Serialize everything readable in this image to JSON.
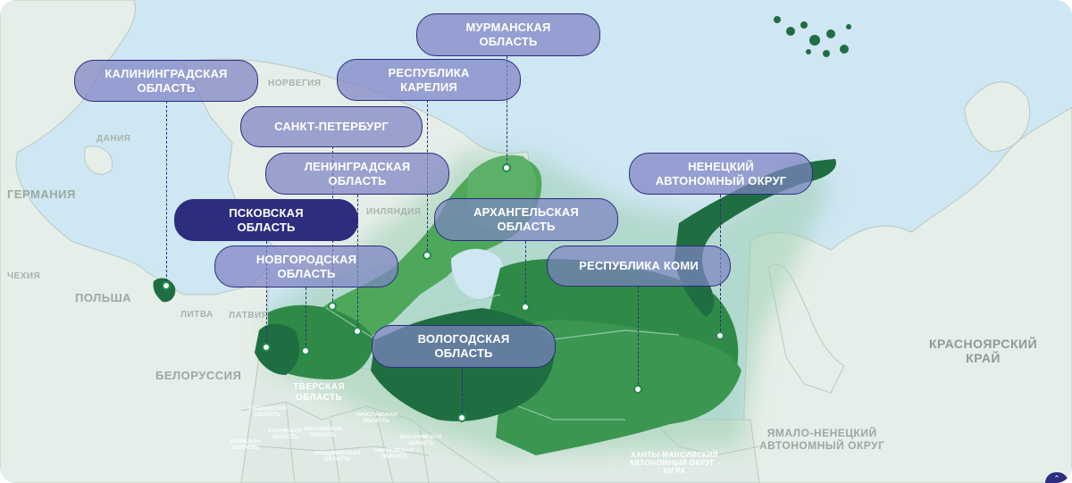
{
  "countries": [
    {
      "id": "norway",
      "label": "НОРВЕГИЯ",
      "size": "sm"
    },
    {
      "id": "denmark",
      "label": "ДАНИЯ",
      "size": "sm"
    },
    {
      "id": "germany",
      "label": "ГЕРМАНИЯ",
      "size": "md"
    },
    {
      "id": "czechia",
      "label": "ЧЕХИЯ",
      "size": "sm"
    },
    {
      "id": "poland",
      "label": "ПОЛЬША",
      "size": "md"
    },
    {
      "id": "lithuania",
      "label": "ЛИТВА",
      "size": "sm"
    },
    {
      "id": "latvia",
      "label": "ЛАТВИЯ",
      "size": "sm"
    },
    {
      "id": "finland",
      "label": "ИНЛЯНДИЯ",
      "size": "sm"
    },
    {
      "id": "belarus",
      "label": "БЕЛОРУССИЯ",
      "size": "md"
    },
    {
      "id": "tver",
      "label": "ТВЕРСКАЯ\nОБЛАСТЬ",
      "size": "sm"
    },
    {
      "id": "krasnoyarsk",
      "label": "КРАСНОЯРСКИЙ\nКРАЙ",
      "size": "lg"
    },
    {
      "id": "yamal",
      "label": "ЯМАЛО-НЕНЕЦКИЙ\nАВТОНОМНЫЙ ОКРУГ",
      "size": "md"
    },
    {
      "id": "khmao",
      "label": "ХАНТЫ-МАНСИЙСКИЙ\nАВТОНОМНЫЙ ОКРУГ -\nЮГРА",
      "size": "sm"
    }
  ],
  "small_oblasts": [
    {
      "id": "smolensk",
      "label": "СМОЛЕНСКАЯ\nОБЛАСТЬ"
    },
    {
      "id": "moscow",
      "label": "МОСКОВСКАЯ\nОБЛАСТЬ"
    },
    {
      "id": "yaroslavl",
      "label": "ЯРОСЛАВСКАЯ\nОБЛАСТЬ"
    },
    {
      "id": "kostroma",
      "label": "КОСТРОМСКАЯ\nОБЛАСТЬ"
    },
    {
      "id": "bryansk",
      "label": "БРЯНСКАЯ\nОБЛАСТЬ"
    },
    {
      "id": "kaluga",
      "label": "КАЛУЖСКАЯ\nОБЛАСТЬ"
    },
    {
      "id": "vladimir",
      "label": "ВЛАДИМИРСКАЯ\nОБЛАСТЬ"
    },
    {
      "id": "ivanovo",
      "label": "ИВАНОВСКАЯ\nОБЛАСТЬ"
    }
  ],
  "regions": [
    {
      "id": "murmansk",
      "label": "МУРМАНСКАЯ\nОБЛАСТЬ",
      "active": false
    },
    {
      "id": "kaliningrad",
      "label": "КАЛИНИНГРАДСКАЯ\nОБЛАСТЬ",
      "active": false
    },
    {
      "id": "karelia",
      "label": "РЕСПУБЛИКА\nКАРЕЛИЯ",
      "active": false
    },
    {
      "id": "spb",
      "label": "САНКТ-ПЕТЕРБУРГ",
      "active": false
    },
    {
      "id": "leningrad",
      "label": "ЛЕНИНГРАДСКАЯ\nОБЛАСТЬ",
      "active": false
    },
    {
      "id": "pskov",
      "label": "ПСКОВСКАЯ\nОБЛАСТЬ",
      "active": true
    },
    {
      "id": "novgorod",
      "label": "НОВГОРОДСКАЯ\nОБЛАСТЬ",
      "active": false
    },
    {
      "id": "arkhangelsk",
      "label": "АРХАНГЕЛЬСКАЯ\nОБЛАСТЬ",
      "active": false
    },
    {
      "id": "nenets",
      "label": "НЕНЕЦКИЙ\nАВТОНОМНЫЙ ОКРУГ",
      "active": false
    },
    {
      "id": "komi",
      "label": "РЕСПУБЛИКА КОМИ",
      "active": false
    },
    {
      "id": "vologda",
      "label": "ВОЛОГОДСКАЯ\nОБЛАСТЬ",
      "active": false
    }
  ],
  "colors": {
    "sea": "#cfe6f3",
    "land": "#e6eee9",
    "region_light": "#4ea85a",
    "region_mid": "#2f8a47",
    "region_dark": "#1f6e41",
    "pill_border": "#2c2d7e",
    "pill_fill": "#7e84c4"
  },
  "corner_button": {
    "icon": "chevron-up-icon",
    "glyph": "⌃"
  }
}
